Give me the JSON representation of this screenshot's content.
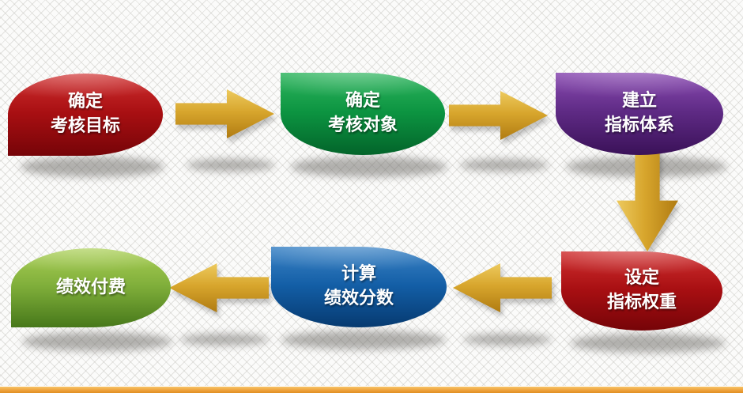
{
  "flow": {
    "nodes": [
      {
        "name": "node-define-goals",
        "lines": [
          "确定",
          "考核目标"
        ],
        "fill": "#a80f12"
      },
      {
        "name": "node-define-objects",
        "lines": [
          "确定",
          "考核对象"
        ],
        "fill": "#0c9441"
      },
      {
        "name": "node-build-system",
        "lines": [
          "建立",
          "指标体系"
        ],
        "fill": "#5e2a84"
      },
      {
        "name": "node-set-weights",
        "lines": [
          "设定",
          "指标权重"
        ],
        "fill": "#a80f12"
      },
      {
        "name": "node-calc-scores",
        "lines": [
          "计算",
          "绩效分数"
        ],
        "fill": "#135ea6"
      },
      {
        "name": "node-performance-pay",
        "lines": [
          "绩效付费"
        ],
        "fill": "#7fae3a"
      }
    ],
    "arrows": [
      {
        "direction": "right"
      },
      {
        "direction": "right"
      },
      {
        "direction": "down"
      },
      {
        "direction": "left"
      },
      {
        "direction": "left"
      }
    ],
    "arrow_color": "#d7a52c",
    "footer_bar_color": "#eda03a",
    "text_color": "#ffffff"
  }
}
